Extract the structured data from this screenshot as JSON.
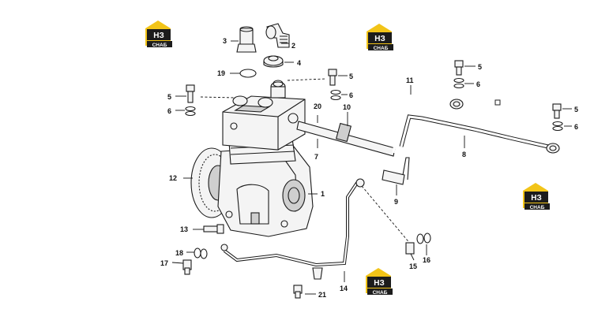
{
  "logos": [
    {
      "top": "НЗ",
      "bottom": "СНАБ"
    },
    {
      "top": "НЗ",
      "bottom": "СНАБ"
    },
    {
      "top": "НЗ",
      "bottom": "СНАБ"
    },
    {
      "top": "НЗ",
      "bottom": "СНАБ"
    }
  ],
  "callouts": {
    "p1": "1",
    "p2": "2",
    "p3": "3",
    "p4": "4",
    "p5a": "5",
    "p5b": "5",
    "p5c": "5",
    "p5d": "5",
    "p6a": "6",
    "p6b": "6",
    "p6c": "6",
    "p6d": "6",
    "p7": "7",
    "p8": "8",
    "p9": "9",
    "p10": "10",
    "p11": "11",
    "p12": "12",
    "p13": "13",
    "p14": "14",
    "p15": "15",
    "p16": "16",
    "p17": "17",
    "p18": "18",
    "p19": "19",
    "p20": "20",
    "p21": "21"
  },
  "colors": {
    "logo_yellow": "#f2c418",
    "logo_black": "#1c1c1c",
    "line": "#1a1a1a"
  }
}
